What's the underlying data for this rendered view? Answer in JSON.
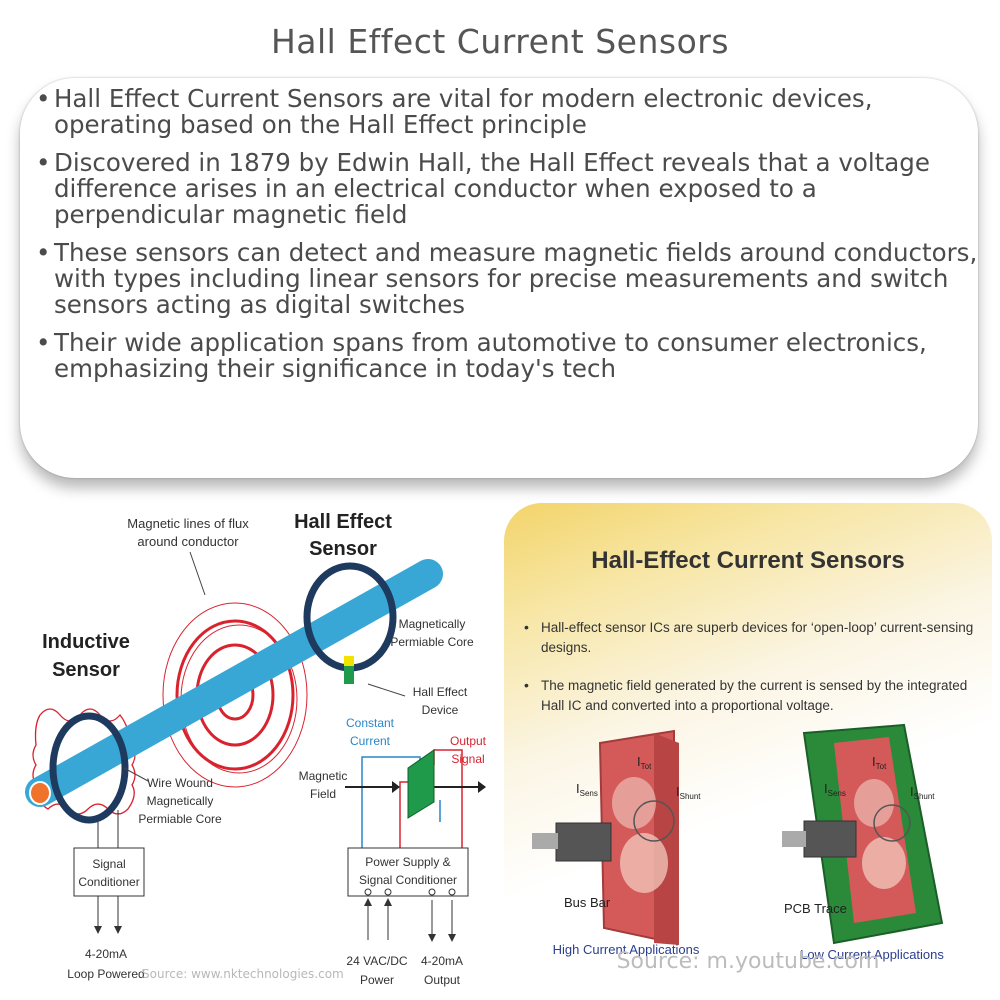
{
  "title": "Hall Effect Current Sensors",
  "bullets": [
    "Hall Effect Current Sensors are vital for modern electronic devices, operating based on the Hall Effect principle",
    "Discovered in 1879 by Edwin Hall, the Hall Effect reveals that a voltage difference arises in an electrical conductor when exposed to a perpendicular magnetic field",
    "These sensors can detect and measure magnetic fields around conductors, with types including linear sensors for precise measurements and switch sensors acting as digital switches",
    "Their wide application spans from automotive to consumer electronics, emphasizing their significance in today's tech"
  ],
  "bullet_glyph": "•",
  "left_figure": {
    "flux_label_1": "Magnetic lines of flux",
    "flux_label_2": "around conductor",
    "hall_title_1": "Hall Effect",
    "hall_title_2": "Sensor",
    "core_label_1": "Magnetically",
    "core_label_2": "Permiable Core",
    "inductive_1": "Inductive",
    "inductive_2": "Sensor",
    "device_1": "Hall Effect",
    "device_2": "Device",
    "const_1": "Constant",
    "const_2": "Current",
    "out_1": "Output",
    "out_2": "Signal",
    "field_1": "Magnetic",
    "field_2": "Field",
    "wire_1": "Wire Wound",
    "wire_2": "Magnetically",
    "wire_3": "Permiable Core",
    "cond_1": "Signal",
    "cond_2": "Conditioner",
    "ps_1": "Power Supply &",
    "ps_2": "Signal Conditioner",
    "loop_1": "4-20mA",
    "loop_2": "Loop Powered",
    "vac_1": "24 VAC/DC",
    "vac_2": "Power",
    "out4_1": "4-20mA",
    "out4_2": "Output",
    "source": "Source: www.nktechnologies.com",
    "colors": {
      "conductor": "#38a7d6",
      "core": "#1e3a5f",
      "flux": "#d8232f",
      "device": "#1e9a4a"
    }
  },
  "right_figure": {
    "heading": "Hall-Effect Current Sensors",
    "bullets": [
      "Hall-effect sensor ICs are superb devices for ‘open-loop’ current-sensing designs.",
      "The magnetic field generated by the current is sensed by the integrated Hall IC and converted into a proportional voltage."
    ],
    "i_tot": "I",
    "sub_tot": "Tot",
    "i_shunt": "I",
    "sub_shunt": "Shunt",
    "i_sens": "I",
    "sub_sens": "Sens",
    "bus_bar": "Bus Bar",
    "pcb_trace": "PCB Trace",
    "high_current": "High Current Applications",
    "low_current": "Low Current Applications",
    "source": "Source: m.youtube.com"
  }
}
